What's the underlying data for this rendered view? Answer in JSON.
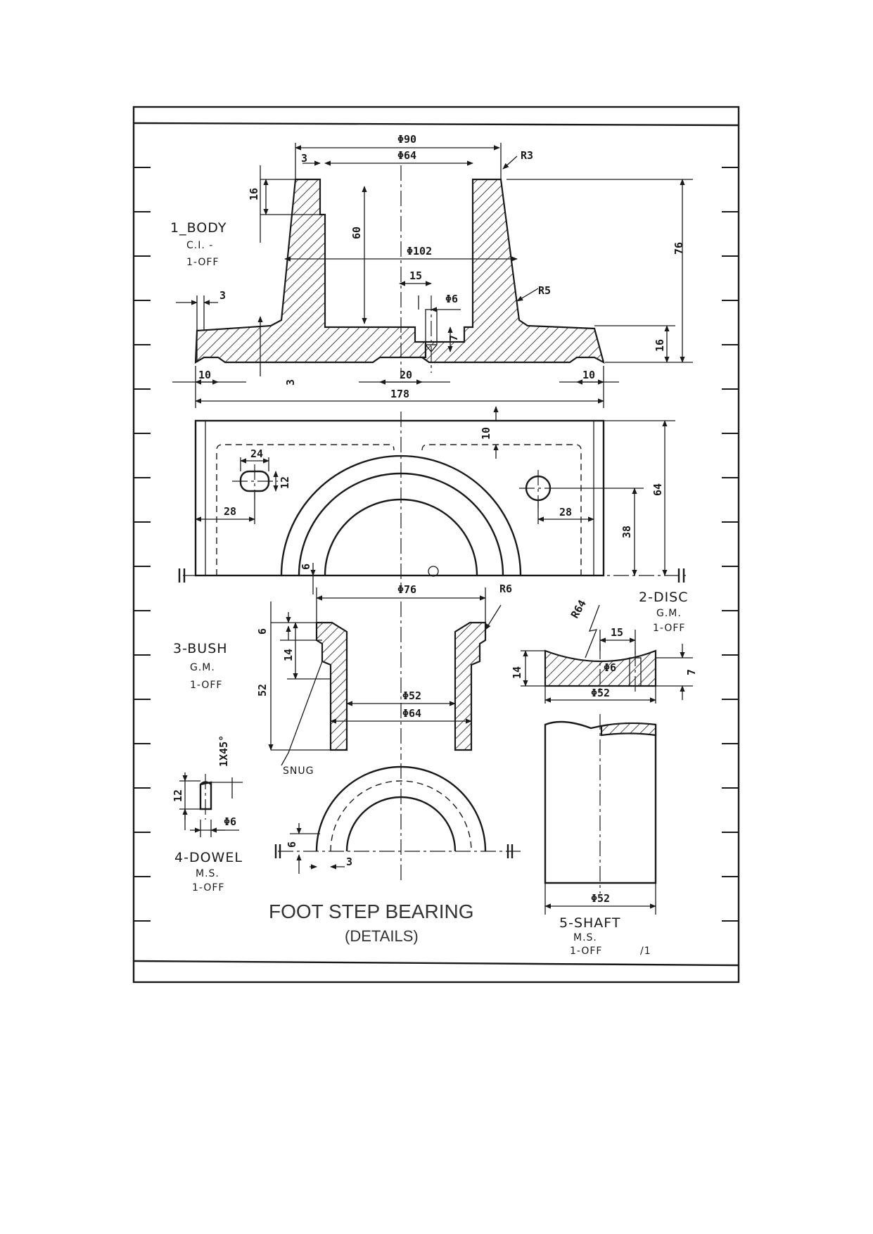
{
  "title": "FOOT STEP BEARING",
  "subtitle": "(DETAILS)",
  "parts": {
    "body": {
      "name": "1_BODY",
      "material": "C.I. -",
      "qty": "1-OFF"
    },
    "disc": {
      "name": "2-DISC",
      "material": "G.M.",
      "qty": "1-OFF"
    },
    "bush": {
      "name": "3-BUSH",
      "material": "G.M.",
      "qty": "1-OFF"
    },
    "dowel": {
      "name": "4-DOWEL",
      "material": "M.S.",
      "qty": "1-OFF"
    },
    "shaft": {
      "name": "5-SHAFT",
      "material": "M.S.",
      "qty": "1-OFF"
    }
  },
  "dims": {
    "body_d90": "Φ90",
    "body_d64": "Φ64",
    "body_r3": "R3",
    "body_3a": "3",
    "body_16a": "16",
    "body_60": "60",
    "body_d102": "Φ102",
    "body_76": "76",
    "body_15": "15",
    "body_d6": "Φ6",
    "body_r5": "R5",
    "body_3b": "3",
    "body_7": "7",
    "body_16b": "16",
    "body_10a": "10",
    "body_3c": "3",
    "body_20": "20",
    "body_10b": "10",
    "body_178": "178",
    "plan_10": "10",
    "plan_24": "24",
    "plan_12": "12",
    "plan_28a": "28",
    "plan_28b": "28",
    "plan_64": "64",
    "plan_38": "38",
    "plan_6": "6",
    "bush_d76": "Φ76",
    "bush_r6": "R6",
    "bush_6": "6",
    "bush_14": "14",
    "bush_52": "52",
    "bush_d52": "Φ52",
    "bush_d64": "Φ64",
    "bush_snug": "SNUG",
    "disc_r64": "R64",
    "disc_15": "15",
    "disc_14": "14",
    "disc_d6": "Φ6",
    "disc_7": "7",
    "disc_d52": "Φ52",
    "dowel_chamfer": "1X45°",
    "dowel_12": "12",
    "dowel_d6": "Φ6",
    "half_6": "6",
    "half_3": "3",
    "shaft_d52": "Φ52",
    "mark": "/1"
  }
}
